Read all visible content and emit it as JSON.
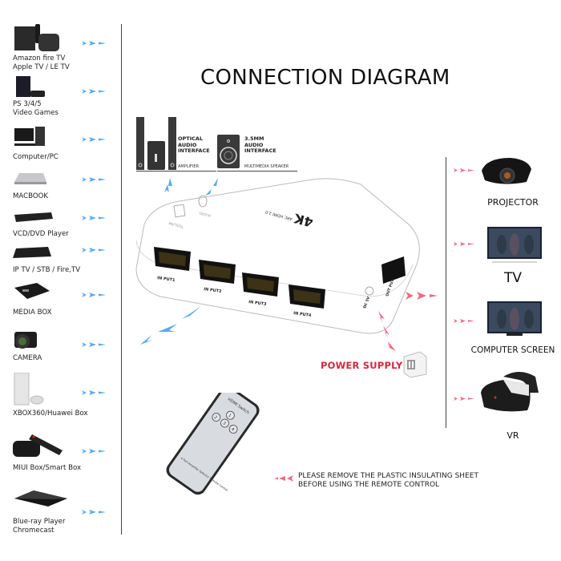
{
  "title": "CONNECTION DIAGRAM",
  "colors": {
    "input_arrow": "#5aa9f0",
    "output_arrow": "#f06b84",
    "power_text": "#d7263d",
    "divider": "#444444"
  },
  "sources": [
    {
      "label": "Amazon fire TV\nApple TV / LE TV",
      "icon": "streaming-box-icon"
    },
    {
      "label": "PS 3/4/5\nVideo Games",
      "icon": "game-console-icon"
    },
    {
      "label": "Computer/PC",
      "icon": "desktop-computer-icon"
    },
    {
      "label": "MACBOOK",
      "icon": "laptop-icon"
    },
    {
      "label": "VCD/DVD Player",
      "icon": "dvd-player-icon"
    },
    {
      "label": "IP TV / STB / Fire,TV",
      "icon": "set-top-box-icon"
    },
    {
      "label": "MEDIA BOX",
      "icon": "media-box-icon"
    },
    {
      "label": "CAMERA",
      "icon": "camera-icon"
    },
    {
      "label": "XBOX360/Huawei Box",
      "icon": "xbox-icon"
    },
    {
      "label": "MIUI Box/Smart Box",
      "icon": "smart-box-icon"
    },
    {
      "label": "Blue-ray Player\nChromecast",
      "icon": "bluray-player-icon"
    }
  ],
  "audio": {
    "optical": {
      "title": "OPTICAL\nAUDIO\nINTERFACE",
      "caption": "AMPLIFIER"
    },
    "analog": {
      "title": "3.5MM\nAUDIO\nINTERFACE",
      "caption": "MULTIMEDIA SPEAKER"
    }
  },
  "switch": {
    "ports": [
      "IN PUT1",
      "IN PUT2",
      "IN PUT3",
      "IN PUT4"
    ],
    "output": "OUT PUT",
    "dc": "DC 5V",
    "brand_text": "4K",
    "sub_text": "ARC HDMI 2.0",
    "spdif": "TOSLINK",
    "audio": "AUDIO"
  },
  "power_supply": "POWER SUPPLY",
  "remote": {
    "header": "HDMI Switch",
    "buttons": [
      "1",
      "2",
      "3",
      "4"
    ],
    "footer": "4 Port Amplifier Selector\nRemote Control"
  },
  "note": "PLEASE REMOVE THE PLASTIC INSULATING SHEET\nBEFORE USING THE REMOTE CONTROL",
  "outputs": [
    {
      "label": "PROJECTOR",
      "icon": "projector-icon"
    },
    {
      "label": "TV",
      "icon": "tv-icon"
    },
    {
      "label": "COMPUTER SCREEN",
      "icon": "monitor-icon"
    },
    {
      "label": "VR",
      "icon": "vr-headset-icon"
    }
  ]
}
